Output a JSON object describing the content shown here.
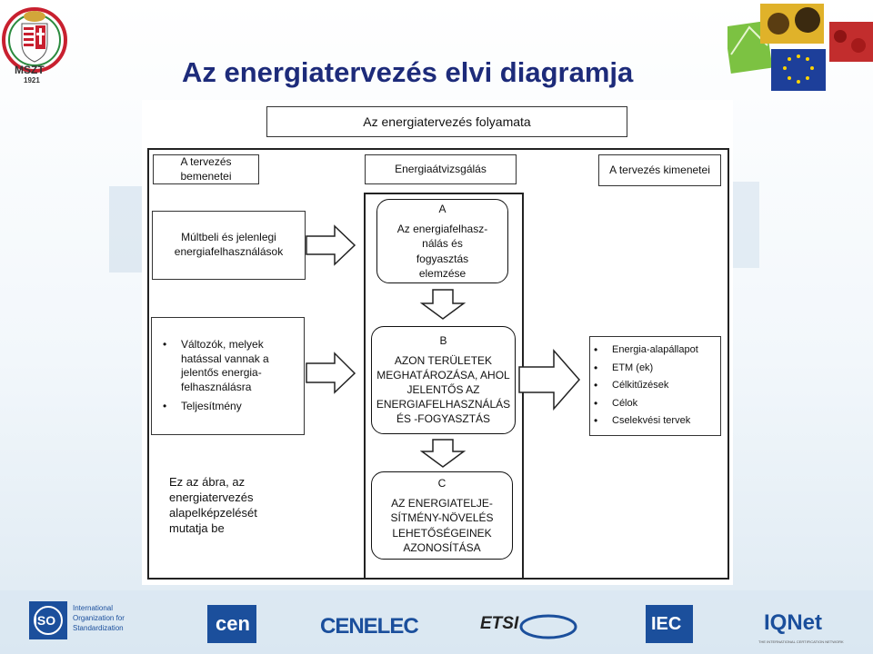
{
  "title": "Az energiatervezés elvi diagramja",
  "diagram": {
    "process_title": "Az energiatervezés folyamata",
    "col_inputs": "A tervezés bemenetei",
    "col_audit": "Energiaátvizsgálás",
    "col_outputs": "A tervezés kimenetei",
    "past_usage": "Múltbeli és jelenlegi energiafelhasználások",
    "step_a": {
      "letter": "A",
      "text": "Az energiafelhasz-nálás és fogyasztás elemzése"
    },
    "variables": [
      "Változók, melyek hatással vannak a jelentős energia-felhasználásra",
      "Teljesítmény"
    ],
    "step_b": {
      "letter": "B",
      "text": "AZON TERÜLETEK MEGHATÁROZÁSA, AHOL JELENTŐS AZ ENERGIAFELHASZNÁLÁS ÉS -FOGYASZTÁS"
    },
    "outputs": [
      "Energia-alapállapot",
      "ETM (ek)",
      "Célkitűzések",
      "Célok",
      "Cselekvési tervek"
    ],
    "note": "Ez az ábra, az energiatervezés alapelképzelését mutatja be",
    "step_c": {
      "letter": "C",
      "text": "AZ ENERGIATELJE-SÍTMÉNY-NÖVELÉS LEHETŐSÉGEINEK AZONOSÍTÁSA"
    }
  },
  "logos": {
    "mszt": {
      "text": "MSZT",
      "year": "1921"
    },
    "iso": {
      "abbr": "ISO",
      "name_lines": [
        "International",
        "Organization for",
        "Standardization"
      ]
    },
    "cen": "cen",
    "cenelec": "CENELEC",
    "etsi": "ETSI",
    "iec": "IEC",
    "iqnet": {
      "name": "IQNet",
      "tagline": "THE INTERNATIONAL CERTIFICATION NETWORK"
    }
  },
  "colors": {
    "title": "#1d2b7a",
    "logo_blue": "#1b4f9c",
    "eu_flag": "#1d3f9a",
    "mszt_red": "#c8202f",
    "mszt_green": "#2b8a3e"
  }
}
